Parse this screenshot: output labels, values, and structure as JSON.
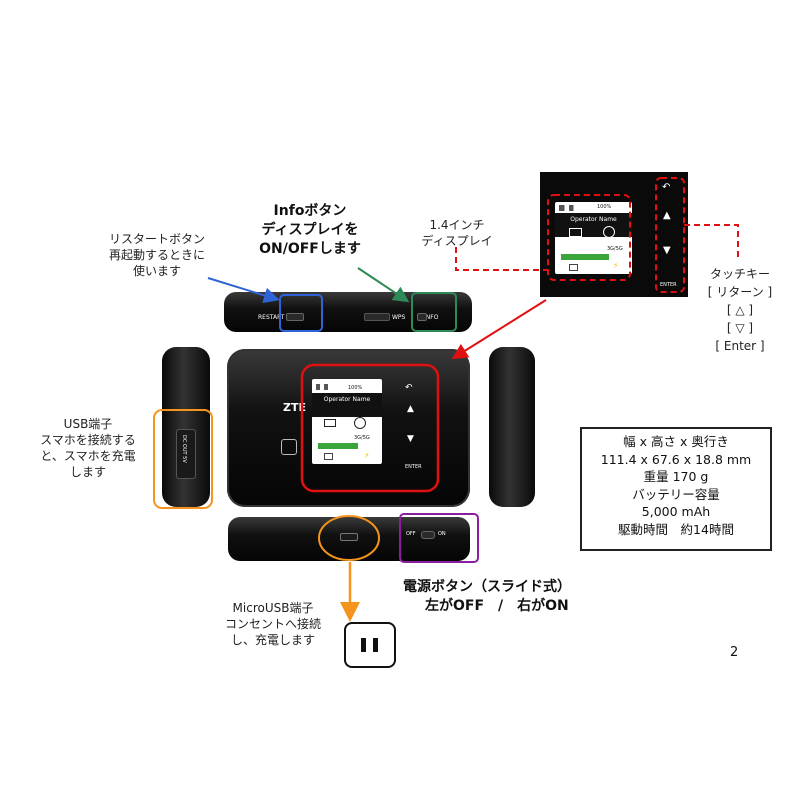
{
  "labels": {
    "restart": [
      "リスタートボタン",
      "再起動するときに",
      "使います"
    ],
    "info": [
      "Infoボタン",
      "ディスプレイを",
      "ON/OFFします"
    ],
    "display": [
      "1.4インチ",
      "ディスプレイ"
    ],
    "touch": [
      "タッチキー",
      "[ リターン ]",
      "[ △ ]",
      "[ ▽ ]",
      "[ Enter ]"
    ],
    "usb": [
      "USB端子",
      "スマホを接続する",
      "と、スマホを充電",
      "します"
    ],
    "microusb": [
      "MicroUSB端子",
      "コンセントへ接続",
      "し、充電します"
    ],
    "power": [
      "電源ボタン（スライド式）",
      "左がOFF　/　右がON"
    ]
  },
  "spec": [
    "幅 x 高さ x 奥行き",
    "111.4 x 67.6 x 18.8 mm",
    "重量 170 g",
    "バッテリー容量",
    "5,000 mAh",
    "駆動時間　約14時間"
  ],
  "page_number": "2",
  "device": {
    "brand": "ZTE",
    "operator": "Operator Name",
    "battery": "100%",
    "network": "3G/5G",
    "enter_label": "ENTER",
    "top_restart": "RESTART",
    "top_wps": "WPS",
    "top_info": "INFO",
    "side_ports": "DC OUT 5V",
    "off": "OFF",
    "on": "ON"
  },
  "colors": {
    "blue": "#2f63d8",
    "green": "#2e8b57",
    "red": "#e01010",
    "orange": "#f5941d",
    "purple": "#8a1e9e"
  }
}
